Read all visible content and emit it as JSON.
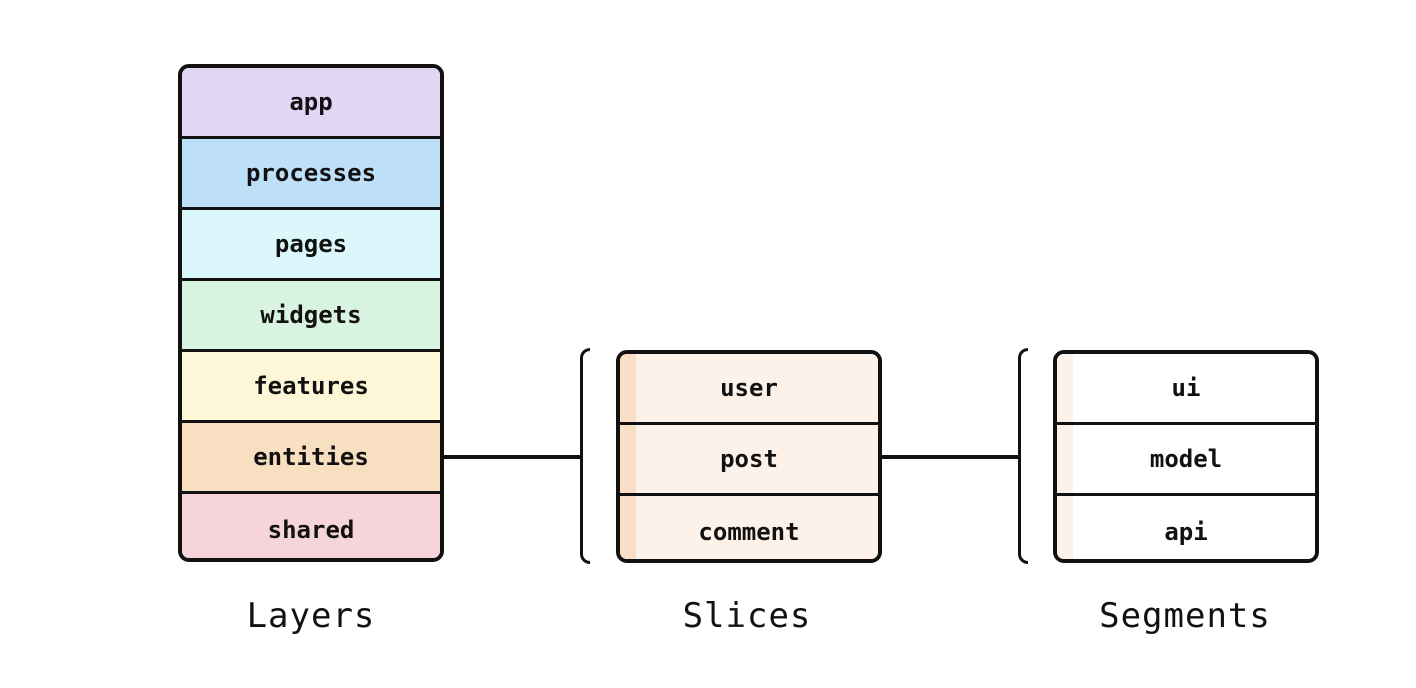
{
  "layers": {
    "caption": "Layers",
    "items": [
      {
        "label": "app",
        "color": "#e2d6f5"
      },
      {
        "label": "processes",
        "color": "#bde0f8"
      },
      {
        "label": "pages",
        "color": "#dcf7fb"
      },
      {
        "label": "widgets",
        "color": "#d8f3df"
      },
      {
        "label": "features",
        "color": "#fdf7d8"
      },
      {
        "label": "entities",
        "color": "#f9dfc1"
      },
      {
        "label": "shared",
        "color": "#f6d5da"
      }
    ]
  },
  "slices": {
    "caption": "Slices",
    "items": [
      {
        "label": "user",
        "color": "#fdf2ea"
      },
      {
        "label": "post",
        "color": "#fdf2ea"
      },
      {
        "label": "comment",
        "color": "#fdf2ea"
      }
    ]
  },
  "segments": {
    "caption": "Segments",
    "items": [
      {
        "label": "ui",
        "color": "#ffffff"
      },
      {
        "label": "model",
        "color": "#ffffff"
      },
      {
        "label": "api",
        "color": "#ffffff"
      }
    ]
  },
  "line_color": "#111111"
}
